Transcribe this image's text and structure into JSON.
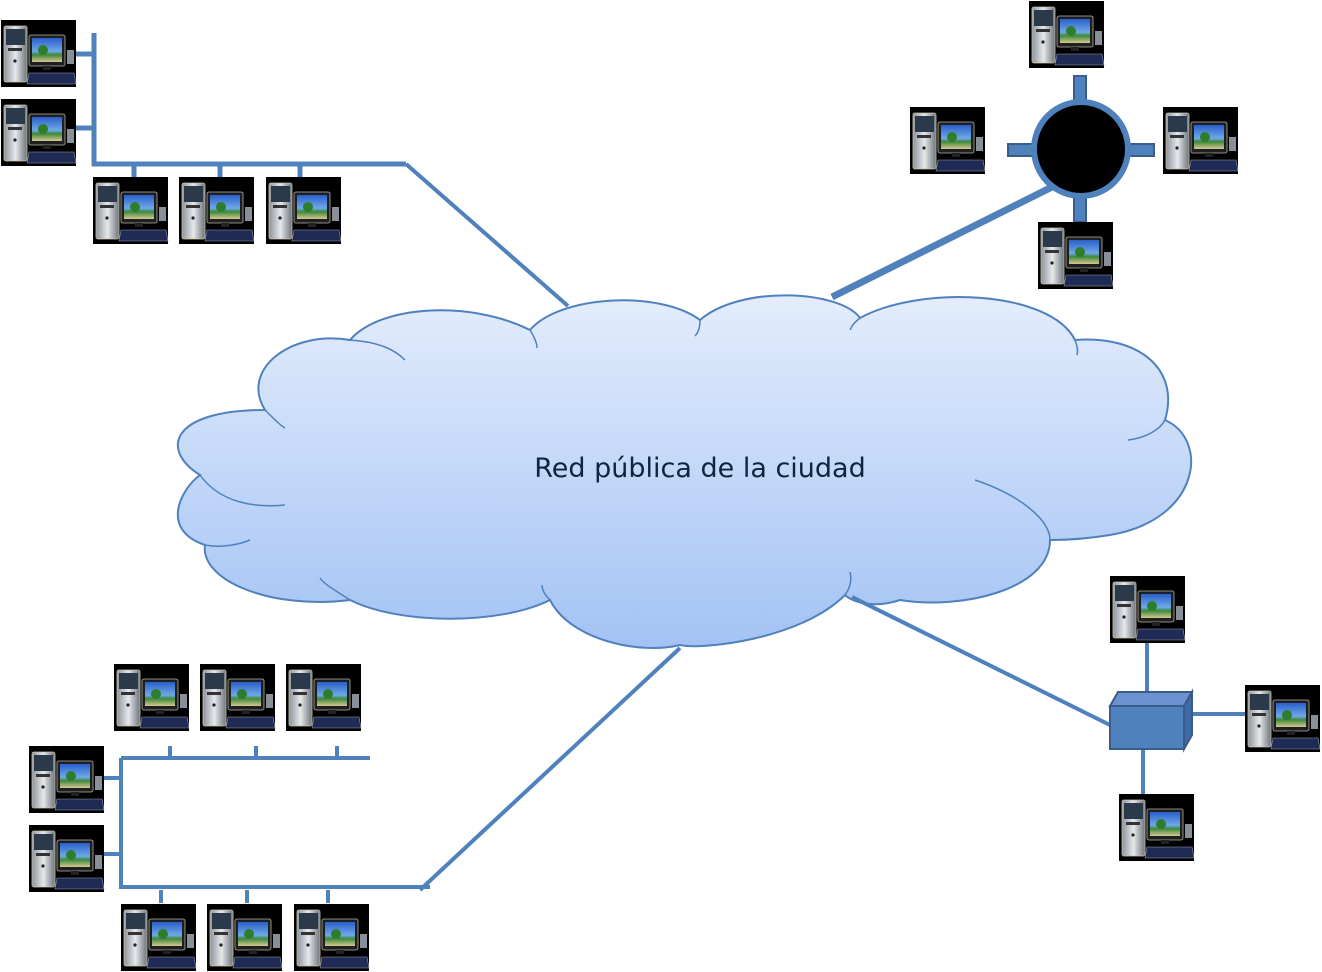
{
  "diagram": {
    "title": "Red pública de la ciudad",
    "colors": {
      "link": "#4f81bd",
      "link_dark": "#385d8a",
      "cloud_top": "#e3edfc",
      "cloud_bottom": "#a6c4f4",
      "cloud_stroke": "#4f81bd",
      "label": "#0f243e",
      "pc_bg": "#000000",
      "hub": "#000000"
    },
    "cloud": {
      "label": "Red pública de la ciudad"
    },
    "networks": [
      {
        "id": "bus-top-left",
        "topology": "bus",
        "node_count": 5,
        "connects_to": "cloud"
      },
      {
        "id": "star-ring-top-right",
        "topology": "star-hub",
        "node_count": 4,
        "connects_to": "cloud"
      },
      {
        "id": "ring-bottom-left",
        "topology": "bus-ring",
        "node_count": 8,
        "connects_to": "cloud"
      },
      {
        "id": "star-switch-bottom-right",
        "topology": "star-switch",
        "node_count": 3,
        "connects_to": "cloud"
      }
    ],
    "node_icon": "desktop-computer-icon",
    "hub_icon": "hub-circle-icon",
    "switch_icon": "switch-box-icon"
  }
}
